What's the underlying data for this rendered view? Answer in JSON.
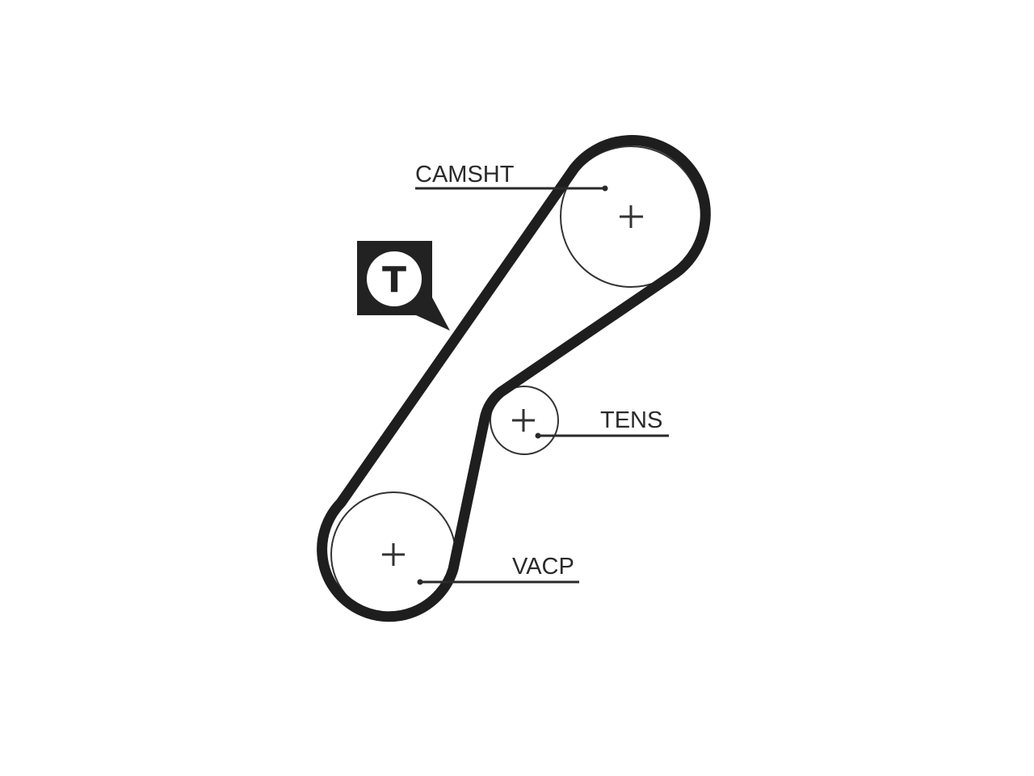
{
  "diagram": {
    "pulleys": {
      "camshaft": {
        "label": "CAMSHT"
      },
      "tensioner": {
        "label": "TENS"
      },
      "water_pump": {
        "label": "VACP"
      }
    },
    "tension_badge": {
      "letter": "T"
    },
    "colors": {
      "belt": "#1e1e1e",
      "pulley_outline": "#333333",
      "leader_line": "#2a2a2a",
      "badge": "#222222",
      "background": "#ffffff"
    }
  }
}
